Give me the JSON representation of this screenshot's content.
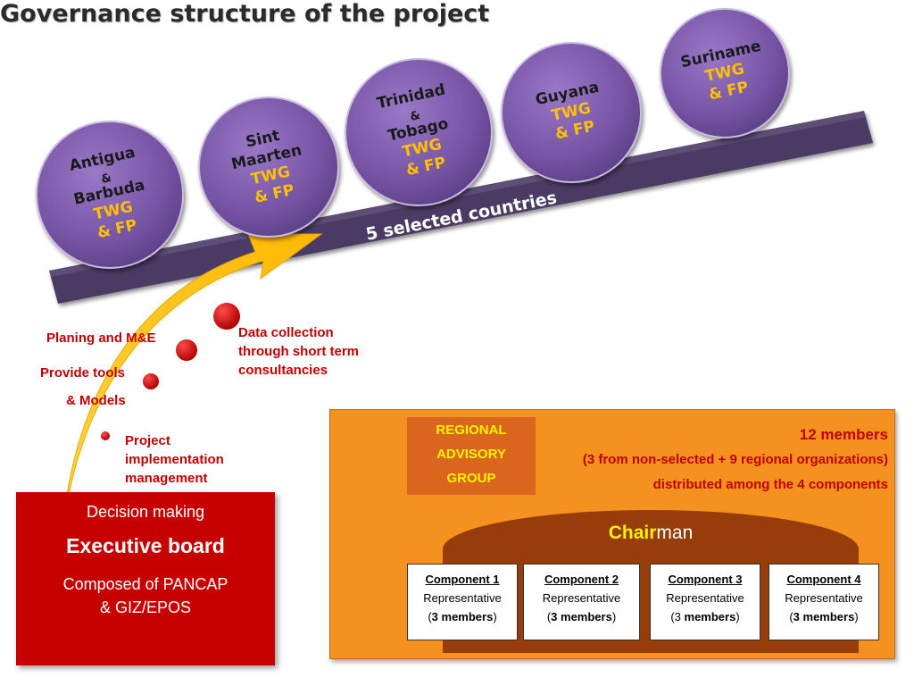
{
  "title": "Governance structure of the project",
  "countries_bar_label": "5 selected countries",
  "countries": [
    {
      "name_lines": [
        "Antigua",
        "&",
        "Barbuda"
      ],
      "twg": "TWG",
      "fp": "& FP"
    },
    {
      "name_lines": [
        "Sint",
        "Maarten"
      ],
      "twg": "TWG",
      "fp": "& FP"
    },
    {
      "name_lines": [
        "Trinidad",
        "&",
        "Tobago"
      ],
      "twg": "TWG",
      "fp": "& FP"
    },
    {
      "name_lines": [
        "Guyana"
      ],
      "twg": "TWG",
      "fp": "& FP"
    },
    {
      "name_lines": [
        "Suriname"
      ],
      "twg": "TWG",
      "fp": "& FP"
    }
  ],
  "steps": {
    "planning": "Planing and M&E",
    "tools_line1": "Provide tools",
    "tools_line2": "& Models",
    "project_mgmt": [
      "Project",
      "implementation",
      "management"
    ],
    "data_collection": [
      "Data collection",
      "through short term",
      "consultancies"
    ]
  },
  "executive_board": {
    "decision": "Decision making",
    "title": "Executive board",
    "composed_line1": "Composed of PANCAP",
    "composed_line2": "& GIZ/EPOS"
  },
  "regional_advisory_group": {
    "label_lines": [
      "REGIONAL",
      "ADVISORY",
      "GROUP"
    ],
    "members": "12 members",
    "members_detail": "(3 from non-selected + 9 regional organizations)",
    "distribution": "distributed among the 4 components",
    "chair_bold": "Chair",
    "chair_rest": "man",
    "components": [
      {
        "name": "Component  1",
        "role": "Representative",
        "count": "3",
        "members_word": "members"
      },
      {
        "name": "Component  2",
        "role": "Representative",
        "count": "3",
        "members_word": "members"
      },
      {
        "name": "Component  3",
        "role": "Representative",
        "count": "3",
        "members_word": "members"
      },
      {
        "name": "Component  4",
        "role": "Representative",
        "count": "3",
        "members_word": "members"
      }
    ]
  },
  "colors": {
    "bar": "#4a3a63",
    "circle": "#7b58a8",
    "arrow": "#ffc000",
    "accent_red": "#c00000",
    "exec_bg": "#c60000",
    "rag_bg": "#f5911e",
    "twg_text": "#ffc000"
  }
}
